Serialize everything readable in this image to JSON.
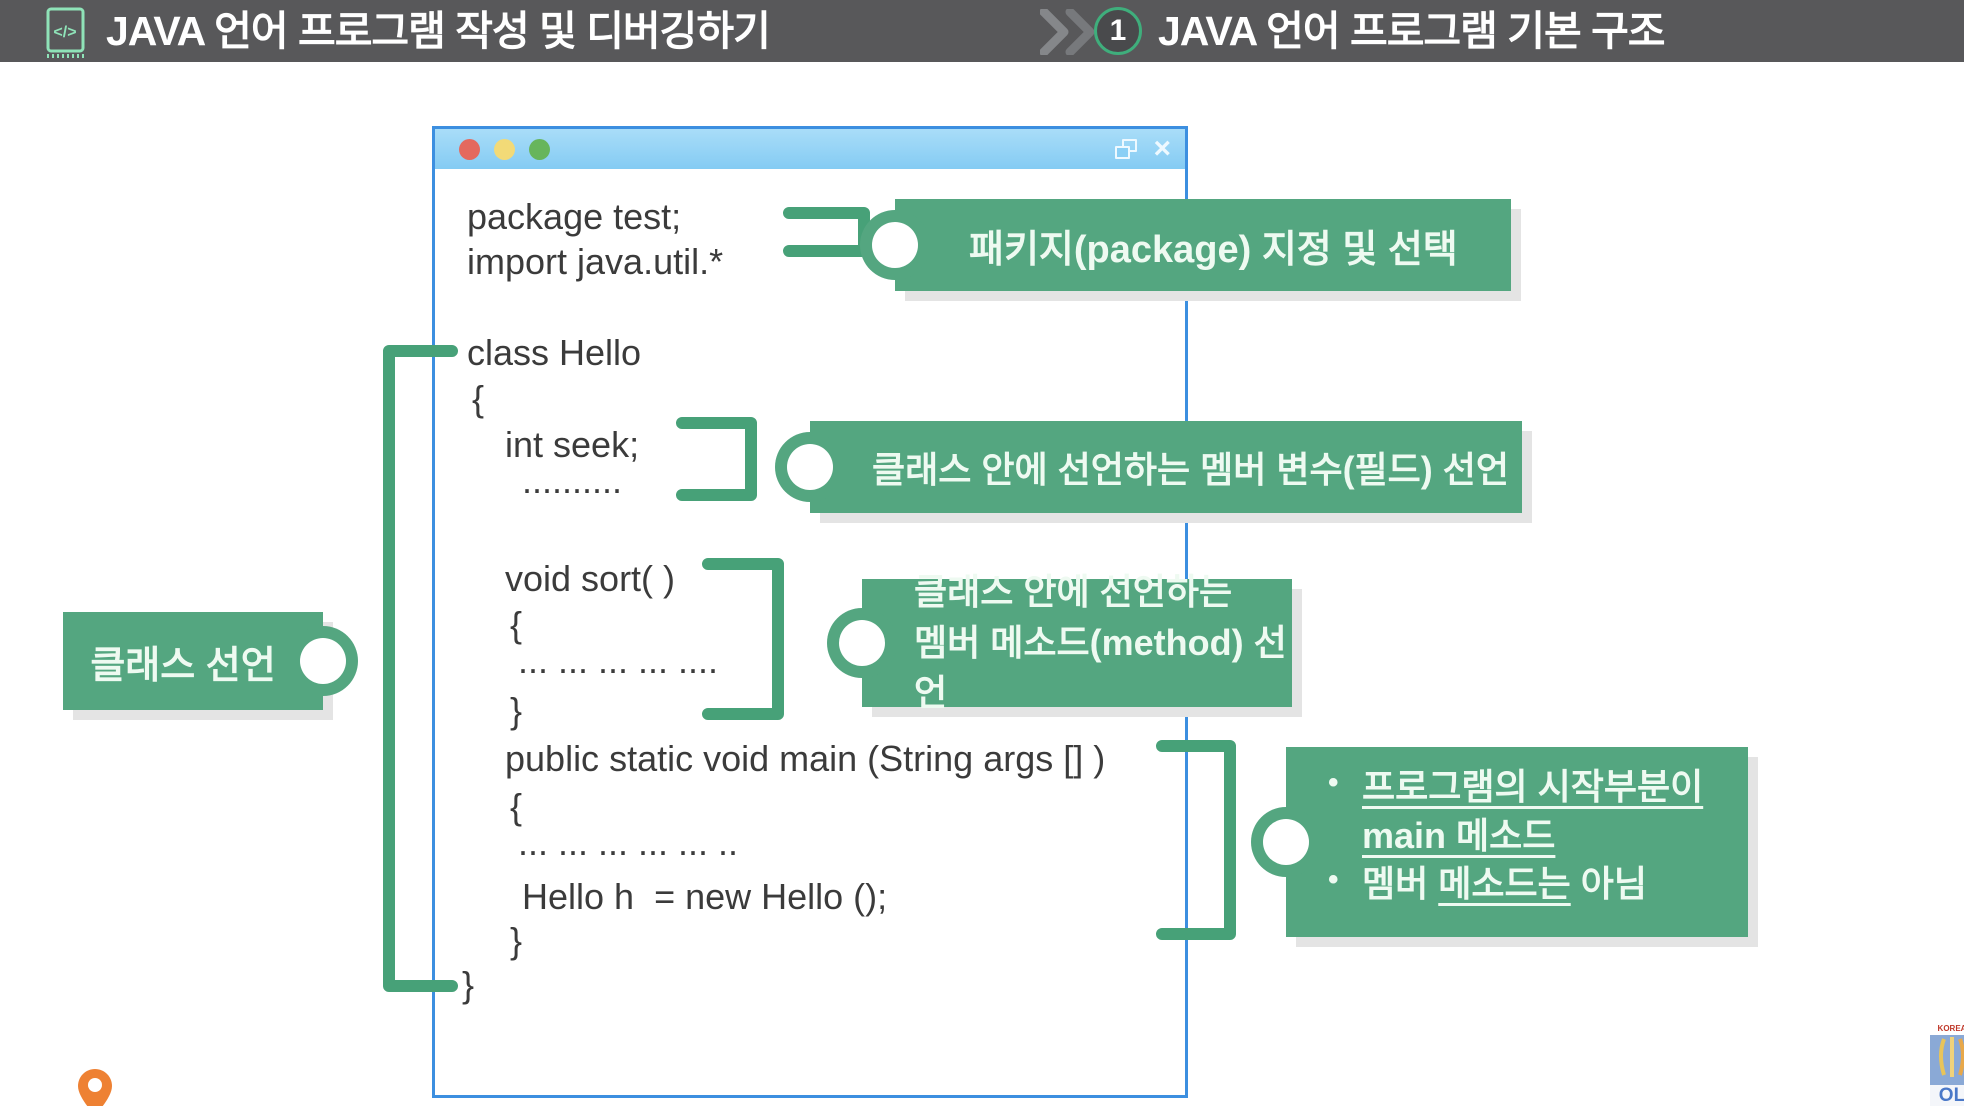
{
  "header": {
    "title_left": "JAVA 언어 프로그램 작성 및 디버깅하기",
    "step_number": "1",
    "title_right": "JAVA 언어 프로그램 기본 구조"
  },
  "editor_window": {
    "close_glyph": "×",
    "code_lines": [
      "package test;",
      "import java.util.*",
      "class Hello",
      "{",
      "int seek;",
      "..........",
      "void sort( )",
      "{",
      "... ... ... ... ....",
      "}",
      "public static void main (String args [] )",
      "{",
      "... ... ... ... ... ..",
      "Hello h  = new Hello ();",
      "}",
      "}"
    ]
  },
  "callouts": {
    "package_note": "패키지(package) 지정 및 선택",
    "field_note": "클래스 안에 선언하는 멤버 변수(필드) 선언",
    "method_note_line1": "클래스 안에 선언하는",
    "method_note_line2": "멤버 메소드(method) 선언",
    "class_note": "클래스 선언",
    "main_note": {
      "bullet_char": "•",
      "items": [
        {
          "pre": "",
          "underlined": "프로그램의 시작부분이 main 메소드",
          "post": ""
        },
        {
          "pre": "멤버 ",
          "underlined": "메소드는",
          "post": " 아님"
        }
      ]
    }
  },
  "logo": {
    "top_text": "KOREA",
    "bottom_text": "OL"
  },
  "colors": {
    "header_gray": "#58585a",
    "accent_green": "#54a680",
    "bracket_green": "#47a178",
    "window_border_blue": "#3c8fe0",
    "titlebar_blue": "#8acff5",
    "traffic_red": "#e4695e",
    "traffic_yellow": "#f2da77",
    "traffic_green": "#67b55b",
    "pin_orange": "#ee8133",
    "step_ring_green": "#3fae7c"
  }
}
